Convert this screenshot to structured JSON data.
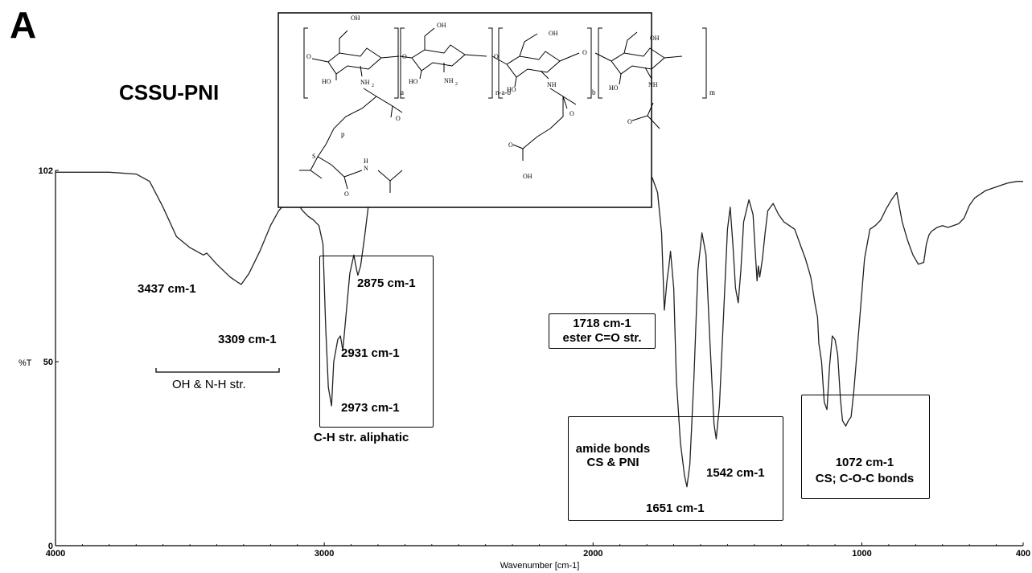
{
  "panel_letter": "A",
  "sample_name": "CSSU-PNI",
  "chart_data": {
    "type": "line",
    "xlabel": "Wavenumber [cm-1]",
    "ylabel": "%T",
    "xlim": [
      4000,
      400
    ],
    "ylim": [
      0,
      102
    ],
    "x_ticks": [
      4000,
      3000,
      2000,
      1000,
      400
    ],
    "y_ticks": [
      0,
      50,
      102
    ],
    "grid": false,
    "series": [
      {
        "x": [
          4000,
          3800,
          3700,
          3650,
          3600,
          3550,
          3500,
          3450,
          3437,
          3400,
          3350,
          3320,
          3309,
          3280,
          3240,
          3200,
          3170,
          3140,
          3120,
          3100,
          3080,
          3060,
          3040,
          3020,
          3005,
          2995,
          2985,
          2973,
          2965,
          2950,
          2940,
          2931,
          2920,
          2905,
          2890,
          2880,
          2875,
          2865,
          2850,
          2830,
          1780,
          1760,
          1745,
          1735,
          1725,
          1718,
          1712,
          1700,
          1690,
          1675,
          1660,
          1651,
          1640,
          1625,
          1610,
          1595,
          1580,
          1565,
          1550,
          1542,
          1530,
          1515,
          1500,
          1490,
          1480,
          1470,
          1460,
          1450,
          1440,
          1420,
          1405,
          1395,
          1390,
          1385,
          1380,
          1370,
          1360,
          1350,
          1330,
          1310,
          1290,
          1270,
          1250,
          1230,
          1210,
          1190,
          1175,
          1165,
          1160,
          1150,
          1140,
          1130,
          1120,
          1110,
          1100,
          1090,
          1080,
          1072,
          1060,
          1050,
          1040,
          1030,
          1010,
          990,
          970,
          950,
          930,
          910,
          890,
          870,
          850,
          830,
          810,
          790,
          770,
          760,
          750,
          740,
          730,
          720,
          700,
          680,
          660,
          640,
          620,
          600,
          580,
          560,
          540,
          520,
          500,
          480,
          460,
          440,
          420,
          400
        ],
        "y": [
          101.5,
          101.5,
          101,
          99,
          92,
          84,
          81,
          79,
          79.5,
          76.5,
          73,
          71.5,
          71,
          74,
          80,
          87,
          91,
          93.5,
          94.5,
          93,
          91,
          89.5,
          88.5,
          87,
          82,
          60,
          43,
          38,
          50,
          56,
          57,
          53,
          62,
          74,
          79,
          75,
          73.5,
          76,
          84,
          96,
          100,
          96,
          85,
          64,
          72,
          76,
          80,
          70,
          45,
          28,
          19,
          16,
          22,
          45,
          75,
          85,
          79,
          55,
          33,
          29,
          38,
          62,
          86,
          92,
          82,
          70,
          66,
          75,
          88,
          94,
          90,
          78,
          72,
          76,
          73,
          78,
          85,
          91,
          93,
          90,
          88,
          87,
          86,
          82,
          78,
          73,
          66,
          62,
          55,
          50,
          39,
          37,
          49,
          57,
          56,
          52,
          40,
          34,
          32.5,
          34,
          35,
          42,
          60,
          78,
          86,
          87,
          88.5,
          91.5,
          94,
          96,
          88,
          83,
          79,
          76.5,
          77,
          82,
          84.5,
          85.5,
          86,
          86.5,
          87,
          86.5,
          87,
          87.5,
          89,
          92.5,
          94.5,
          95.5,
          96.5,
          97,
          97.5,
          98,
          98.5,
          98.8,
          99,
          99
        ]
      }
    ],
    "annotations": [
      {
        "label": "3437 cm-1"
      },
      {
        "label": "3309 cm-1"
      },
      {
        "label": "OH & N-H str."
      },
      {
        "label": "2875 cm-1"
      },
      {
        "label": "2931 cm-1"
      },
      {
        "label": "2973 cm-1"
      },
      {
        "label": "C-H str. aliphatic"
      },
      {
        "label": "1718 cm-1"
      },
      {
        "label": "ester C=O str."
      },
      {
        "label": "amide bonds"
      },
      {
        "label": "CS & PNI"
      },
      {
        "label": "1542 cm-1"
      },
      {
        "label": "1651 cm-1"
      },
      {
        "label": "1072 cm-1"
      },
      {
        "label": "CS; C-O-C bonds"
      }
    ]
  },
  "structure_labels": {
    "oh": "OH",
    "ho": "HO",
    "nh2": "NH",
    "sub2": "2",
    "nh": "NH",
    "o": "O",
    "s": "S",
    "n": "N",
    "h": "H",
    "oh_acid": "OH",
    "sub_a": "a",
    "sub_nab": "n-a-b",
    "sub_b": "b",
    "sub_m": "m",
    "sub_p": "p"
  }
}
